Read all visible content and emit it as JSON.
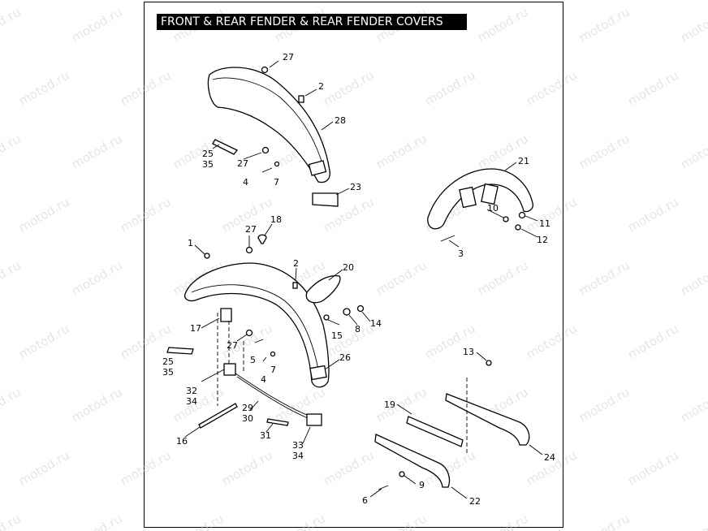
{
  "title": "FRONT & REAR FENDER & REAR FENDER COVERS",
  "watermark": "motod.ru",
  "callouts": {
    "c27a": "27",
    "c2a": "2",
    "c28": "28",
    "c25a": "25",
    "c35a": "35",
    "c27b": "27",
    "c4a": "4",
    "c7a": "7",
    "c23": "23",
    "c21": "21",
    "c10": "10",
    "c11": "11",
    "c12": "12",
    "c3": "3",
    "c1": "1",
    "c27c": "27",
    "c18": "18",
    "c2b": "2",
    "c20": "20",
    "c8": "8",
    "c14": "14",
    "c15": "15",
    "c17": "17",
    "c27d": "27",
    "c5": "5",
    "c25b": "25",
    "c35b": "35",
    "c4b": "4",
    "c7b": "7",
    "c26": "26",
    "c32": "32",
    "c34a": "34",
    "c29": "29",
    "c30": "30",
    "c16": "16",
    "c31": "31",
    "c33": "33",
    "c34b": "34",
    "c13": "13",
    "c19": "19",
    "c24": "24",
    "c9": "9",
    "c6": "6",
    "c22": "22"
  }
}
